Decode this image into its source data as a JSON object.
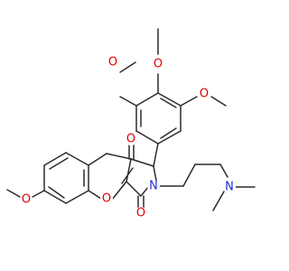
{
  "molecule": {
    "atoms": [
      {
        "id": "O_m1",
        "label": "O",
        "color": "#e00000"
      },
      {
        "id": "O_m2",
        "label": "O",
        "color": "#e00000"
      },
      {
        "id": "O_m3",
        "label": "O",
        "color": "#e00000"
      },
      {
        "id": "O_k1",
        "label": "O",
        "color": "#e00000"
      },
      {
        "id": "O_ring",
        "label": "O",
        "color": "#e00000"
      },
      {
        "id": "O_m4",
        "label": "O",
        "color": "#e00000"
      },
      {
        "id": "O_k2",
        "label": "O",
        "color": "#e00000"
      },
      {
        "id": "N_1",
        "label": "N",
        "color": "#1f2bd6"
      },
      {
        "id": "N_2",
        "label": "N",
        "color": "#1f2bd6"
      }
    ]
  }
}
